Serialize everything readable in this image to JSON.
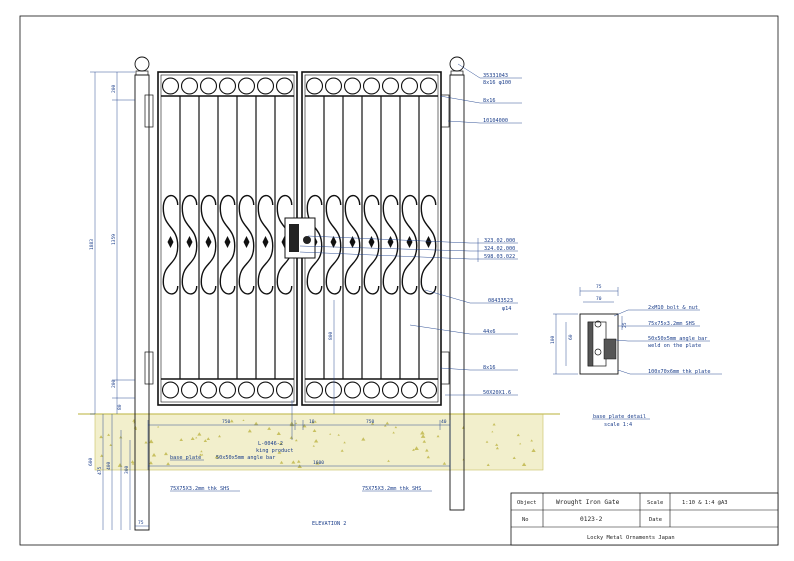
{
  "colors": {
    "ink": "#111111",
    "dimension": "#1a3d8a",
    "ground": "#c8c060",
    "concrete": "#e9e4a8"
  },
  "part_labels": {
    "finial_part": "35331043",
    "finial_desc": "8x16 φ100",
    "hinge_top_flat": "8x16",
    "hinge_part": "10104000",
    "lock_1": "323.02.000",
    "lock_2": "324.02.000",
    "lock_3": "598.03.022",
    "scroll_part": "08433523",
    "scroll_desc": "φ14",
    "bar_size": "44x6",
    "hinge_bottom_flat": "8x16",
    "frame_size": "50X20X1.6"
  },
  "section_labels": {
    "bolt": "2xM10 bolt & nut",
    "shs": "75x75x3.2mm SHS",
    "angle_line1": "50x50x5mm angle bar",
    "angle_line2": "weld on the plate",
    "plate": "100x70x6mm thk plate",
    "detail_title": "base plate detail",
    "detail_scale": "scale 1:4",
    "dim_top": "75",
    "dim_inner": "70",
    "dim_side": "100",
    "dim_mid": "60",
    "dim_small": "25"
  },
  "elevation_labels": {
    "base_plate": "base plate",
    "angle_bar": "50x50x5mm angle bar",
    "king_product_code": "L-0046-2",
    "king_product": "king product",
    "post_left": "75X75X3.2mm thk SHS",
    "post_right": "75X75X3.2mm thk SHS",
    "elevation_title": "ELEVATION 2"
  },
  "dimensions": {
    "overall_height": "1883",
    "mid_height": "1359",
    "top_gap": "200",
    "bottom_gap": "200",
    "base_gap": "80",
    "ground_depth": "600",
    "footing_1": "475",
    "footing_2": "400",
    "footing_3": "300",
    "leaf_left": "750",
    "leaf_right": "750",
    "center_gap": "10",
    "side_gap": "40",
    "overall_width": "1600",
    "centre_bar": "800",
    "post_base": "75"
  },
  "title_block": {
    "object_label": "Object",
    "object_value": "Wrought Iron Gate",
    "scale_label": "Scale",
    "scale_value": "1:10 & 1:4 @A3",
    "no_label": "No",
    "no_value": "0123-2",
    "date_label": "Date",
    "date_value": "",
    "company": "Locky Metal Ornaments Japan"
  }
}
